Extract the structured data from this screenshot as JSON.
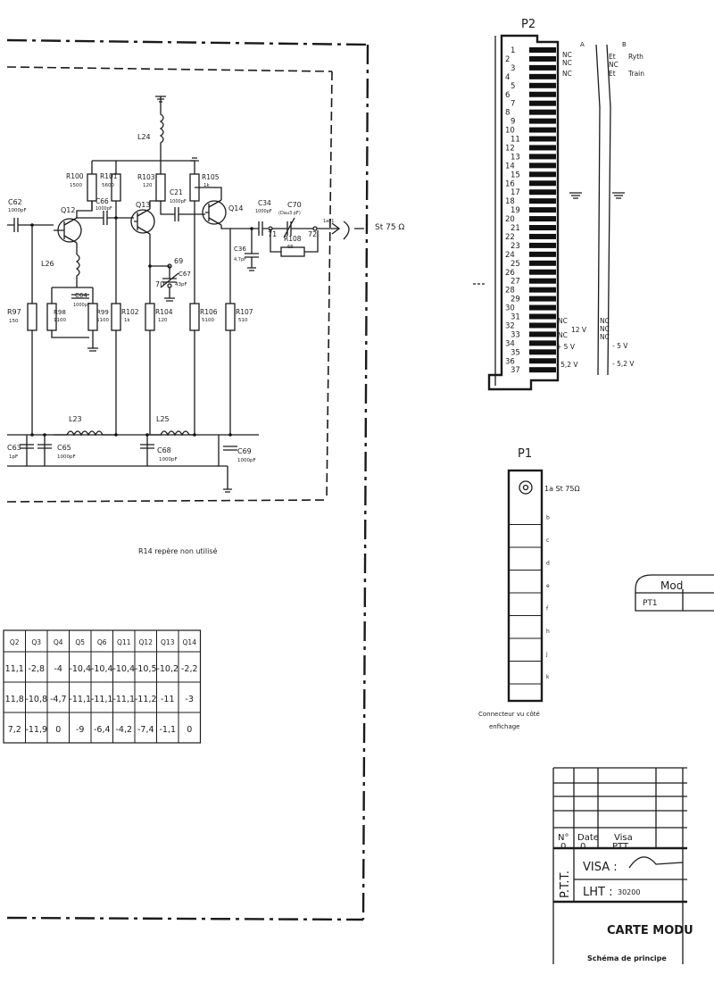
{
  "components": {
    "C62": {
      "name": "C62",
      "value": "1000pF"
    },
    "Q12": {
      "name": "Q12"
    },
    "R100": {
      "name": "R100",
      "value": "1500"
    },
    "R101": {
      "name": "R101",
      "value": "5600"
    },
    "C66": {
      "name": "C66",
      "value": "1000pF"
    },
    "Q13": {
      "name": "Q13"
    },
    "R103": {
      "name": "R103",
      "value": "120"
    },
    "L24": {
      "name": "L24"
    },
    "C21": {
      "name": "C21",
      "value": "1000pF"
    },
    "R105": {
      "name": "R105",
      "value": "1k"
    },
    "Q14": {
      "name": "Q14"
    },
    "C34": {
      "name": "C34",
      "value": "1000pF"
    },
    "C70": {
      "name": "C70",
      "value": "(Dau3 pF)"
    },
    "R108": {
      "name": "R108",
      "value": "68"
    },
    "C36": {
      "name": "C36",
      "value": "4,7pF"
    },
    "L26": {
      "name": "L26"
    },
    "C64": {
      "name": "C64",
      "value": "1000pF"
    },
    "R97": {
      "name": "R97",
      "value": "150"
    },
    "R98": {
      "name": "R98",
      "value": "1100"
    },
    "R99": {
      "name": "R99",
      "value": "5100"
    },
    "R102": {
      "name": "R102",
      "value": "1k"
    },
    "C67": {
      "name": "C67",
      "value": "43pF"
    },
    "R104": {
      "name": "R104",
      "value": "120"
    },
    "R106": {
      "name": "R106",
      "value": "5100"
    },
    "R107": {
      "name": "R107",
      "value": "510"
    },
    "L23": {
      "name": "L23"
    },
    "L25": {
      "name": "L25"
    },
    "C63": {
      "name": "C63",
      "value": "1pF"
    },
    "C65": {
      "name": "C65",
      "value": "1000pF"
    },
    "C68": {
      "name": "C68",
      "value": "1000pF"
    },
    "C69": {
      "name": "C69",
      "value": "1000pF"
    }
  },
  "nodes": {
    "n69": "69",
    "n70": "70",
    "n71": "71",
    "n72": "72"
  },
  "output": {
    "pin": "1aP1",
    "label": "St 75 Ω"
  },
  "note_r14": "R14 repère non utilisé",
  "p2": {
    "title": "P2",
    "col_a": "A",
    "col_b": "B",
    "pins": [
      "1",
      "2",
      "3",
      "4",
      "5",
      "6",
      "7",
      "8",
      "9",
      "10",
      "11",
      "12",
      "13",
      "14",
      "15",
      "16",
      "17",
      "18",
      "19",
      "20",
      "21",
      "22",
      "23",
      "24",
      "25",
      "26",
      "27",
      "28",
      "29",
      "30",
      "31",
      "32",
      "33",
      "34",
      "35",
      "36",
      "37"
    ],
    "a_labels": {
      "top1": "NC",
      "top2": "NC",
      "top3": "NC",
      "nc31": "NC",
      "v12": "12 V",
      "nc33": "NC",
      "p5v": "+ 5 V",
      "m52v": "- 5,2 V"
    },
    "b_labels": {
      "t1": "Et",
      "t1b": "Ryth",
      "t2": "NC",
      "t3": "Et",
      "t3b": "Train",
      "nc1": "NC",
      "nc2": "NC",
      "nc3": "NC",
      "m5v": "- 5 V",
      "m52v": "- 5,2 V"
    }
  },
  "p1": {
    "title": "P1",
    "pin1": "1a St 75Ω",
    "pin_letters": [
      "b",
      "c",
      "d",
      "e",
      "f",
      "h",
      "j",
      "k"
    ],
    "caption1": "Connecteur vu côté",
    "caption2": "enfichage"
  },
  "tab_right": {
    "mod": "Mod",
    "pt1": "PT1"
  },
  "voltage_table": {
    "headers": [
      "Q2",
      "Q3",
      "Q4",
      "Q5",
      "Q6",
      "Q11",
      "Q12",
      "Q13",
      "Q14"
    ],
    "rows": [
      [
        "11,1",
        "-2,8",
        "-4",
        "-10,4",
        "-10,4",
        "-10,4",
        "-10,5",
        "-10,2",
        "-2,2"
      ],
      [
        "11,8",
        "-10,8",
        "-4,7",
        "-11,1",
        "-11,1",
        "-11,1",
        "-11,2",
        "-11",
        "-3"
      ],
      [
        "7,2",
        "-11,9",
        "0",
        "-9",
        "-6,4",
        "-4,2",
        "-7,4",
        "-1,1",
        "0"
      ]
    ]
  },
  "title_block": {
    "no_label": "N°",
    "no_value": "0",
    "date_label": "Date",
    "date_value": "0",
    "visa_label": "Visa",
    "visa_value": "PTT",
    "ptt_vertical": "P.T.T.",
    "visa_field": "VISA :",
    "lht_field": "LHT :",
    "lht_value": "30200",
    "title": "CARTE MODU",
    "subtitle": "Schéma de principe"
  }
}
